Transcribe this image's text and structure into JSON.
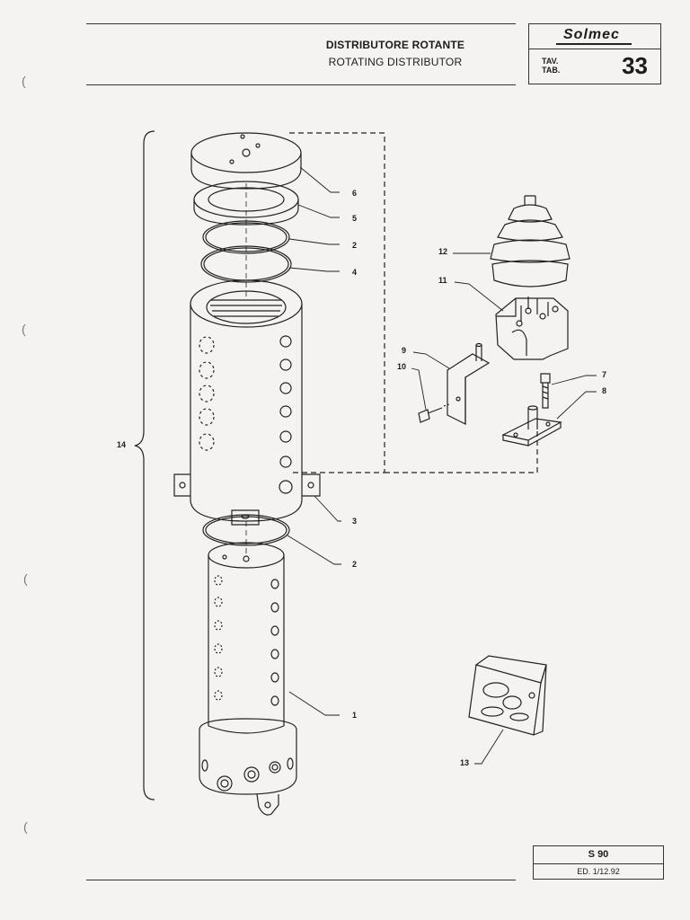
{
  "header": {
    "title_it": "DISTRIBUTORE ROTANTE",
    "title_en": "ROTATING DISTRIBUTOR",
    "brand": "Solmec",
    "tav_label": "TAV.",
    "tab_label": "TAB.",
    "table_number": "33"
  },
  "footer": {
    "model": "S 90",
    "edition": "ED. 1/12.92"
  },
  "callouts": {
    "c1": "1",
    "c2a": "2",
    "c2b": "2",
    "c3": "3",
    "c4": "4",
    "c5": "5",
    "c6": "6",
    "c7": "7",
    "c8": "8",
    "c9": "9",
    "c10": "10",
    "c11": "11",
    "c12": "12",
    "c13": "13",
    "c14": "14"
  },
  "margin_marks": [
    "(",
    "(",
    "(",
    "(",
    "("
  ]
}
